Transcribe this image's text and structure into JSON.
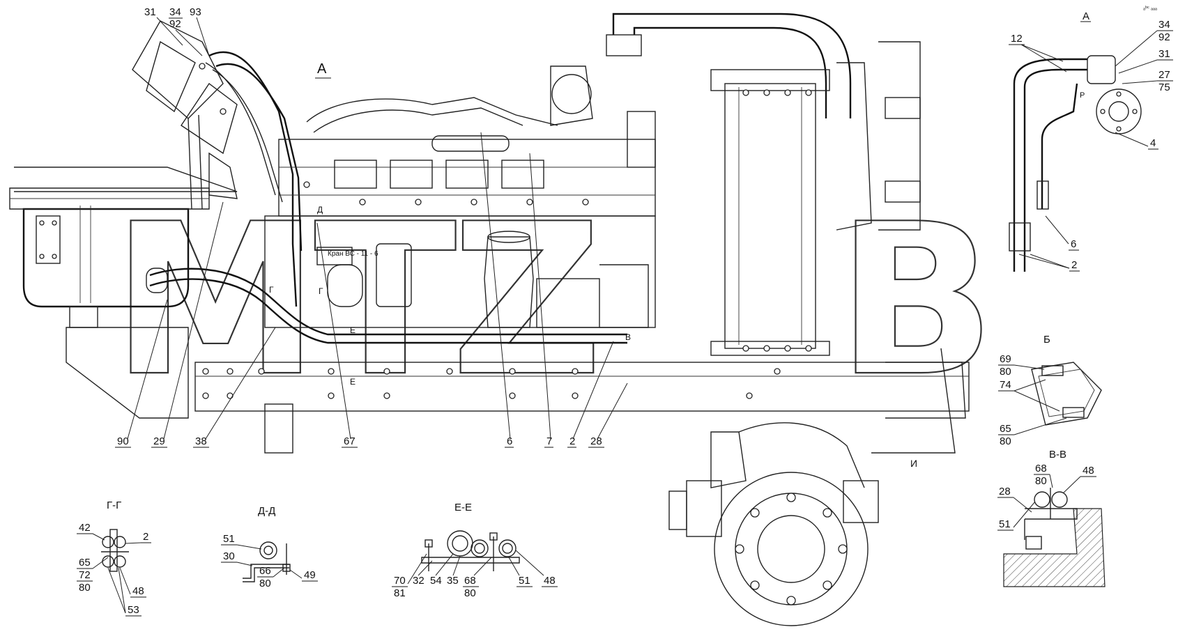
{
  "watermark": "MTZ",
  "watermark_suffix": "B",
  "corner_mark": "ₐᵇᶜ ₐₐₐ",
  "views": {
    "main_label": "А",
    "inset_a_label": "А",
    "valve_tag": "Кран ВС - 11 - 6",
    "pump_tag": "Р",
    "section_b_tag": "Б",
    "section_i_tag": "И"
  },
  "sections": {
    "gg": "Г-Г",
    "dd": "Д-Д",
    "ee": "Е-Е",
    "vv": "В-В"
  },
  "cut_marks": {
    "g1": "Г",
    "g2": "Г",
    "d": "Д",
    "e1": "Е",
    "e2": "Е",
    "v": "В"
  },
  "callouts_main": {
    "top": [
      "31",
      "34",
      "92",
      "93"
    ],
    "bottom": [
      "90",
      "29",
      "38",
      "67",
      "6",
      "7",
      "2",
      "28"
    ]
  },
  "callouts_inset_a": {
    "items": [
      "12",
      "34",
      "92",
      "31",
      "27",
      "75",
      "4",
      "6",
      "2"
    ]
  },
  "callouts_b": {
    "items": [
      "69",
      "80",
      "74",
      "65",
      "80"
    ]
  },
  "callouts_gg": [
    "42",
    "2",
    "65",
    "72",
    "80",
    "48",
    "53"
  ],
  "callouts_dd": [
    "51",
    "30",
    "66",
    "80",
    "49"
  ],
  "callouts_ee": [
    "70",
    "81",
    "32",
    "54",
    "35",
    "68",
    "80",
    "51",
    "48"
  ],
  "callouts_vv": [
    "68",
    "80",
    "48",
    "28",
    "51"
  ]
}
